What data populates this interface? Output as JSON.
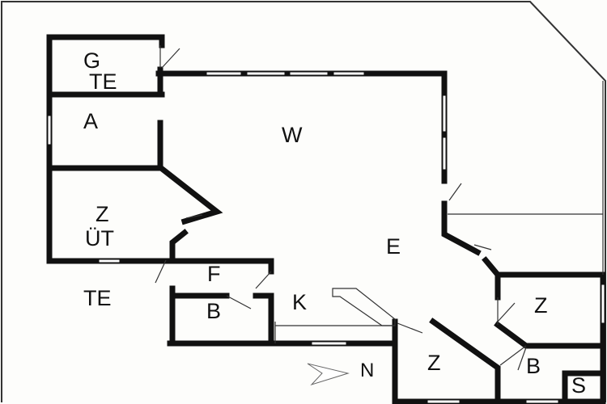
{
  "rooms": {
    "gte_1": "G",
    "gte_2": "TE",
    "a": "A",
    "w": "W",
    "zut_1": "Z",
    "zut_2": "ÜT",
    "te": "TE",
    "f": "F",
    "b1": "B",
    "k": "K",
    "e": "E",
    "z1": "Z",
    "z2": "Z",
    "b2": "B",
    "s": "S"
  },
  "north_label": "N",
  "colors": {
    "wall": "#111111",
    "background": "#fdfdfb",
    "thin": "#333333"
  }
}
